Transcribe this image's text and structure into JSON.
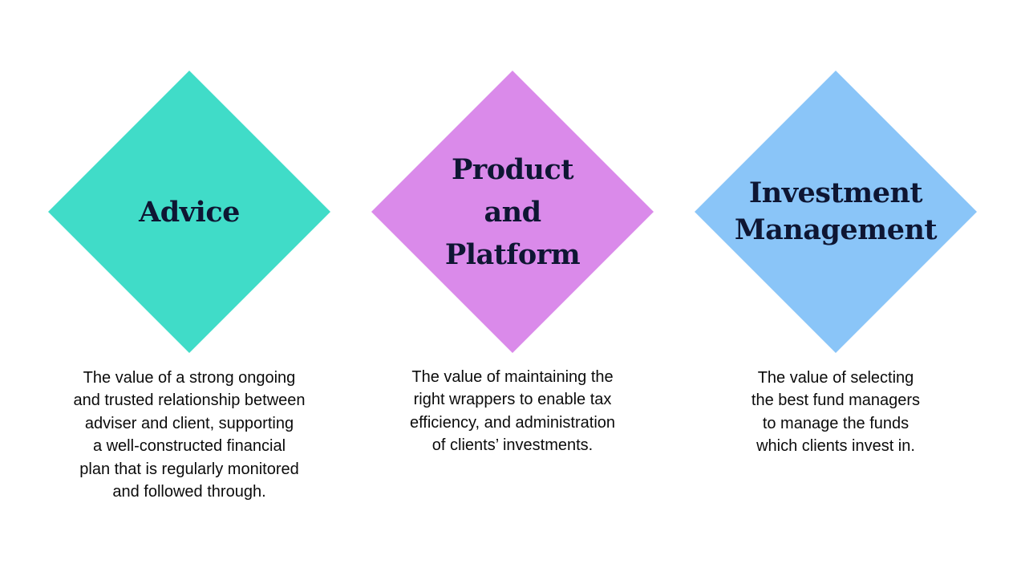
{
  "pillars": [
    {
      "title": "Advice",
      "color": "#40DCC8",
      "description": "The value of a strong ongoing\nand trusted relationship between\nadviser and client, supporting\na well-constructed financial\nplan that is regularly monitored\nand followed through."
    },
    {
      "title": "Product\nand\nPlatform",
      "color": "#DA8AEA",
      "description": "The value of maintaining the\nright wrappers to enable tax\nefficiency, and administration\nof clients’ investments."
    },
    {
      "title": "Investment\nManagement",
      "color": "#8AC5F8",
      "description": "The value of selecting\nthe best fund managers\nto manage the funds\nwhich clients invest in."
    }
  ]
}
